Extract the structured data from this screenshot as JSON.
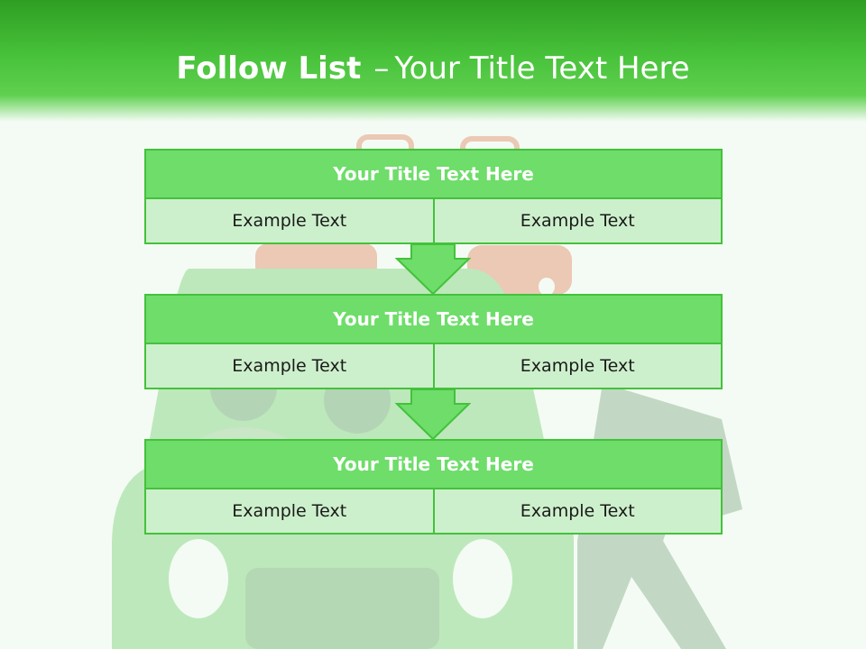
{
  "slide": {
    "title_bold": "Follow List",
    "title_separator": "–",
    "title_rest": "Your Title Text Here"
  },
  "blocks": [
    {
      "title": "Your Title Text Here",
      "cells": [
        "Example Text",
        "Example Text"
      ]
    },
    {
      "title": "Your Title Text Here",
      "cells": [
        "Example Text",
        "Example Text"
      ]
    },
    {
      "title": "Your Title Text Here",
      "cells": [
        "Example Text",
        "Example Text"
      ]
    }
  ],
  "colors": {
    "header_green": "#47c13a",
    "block_title_bg": "#6edd6a",
    "block_row_bg": "#cdf0cc",
    "border": "#43c23b"
  }
}
